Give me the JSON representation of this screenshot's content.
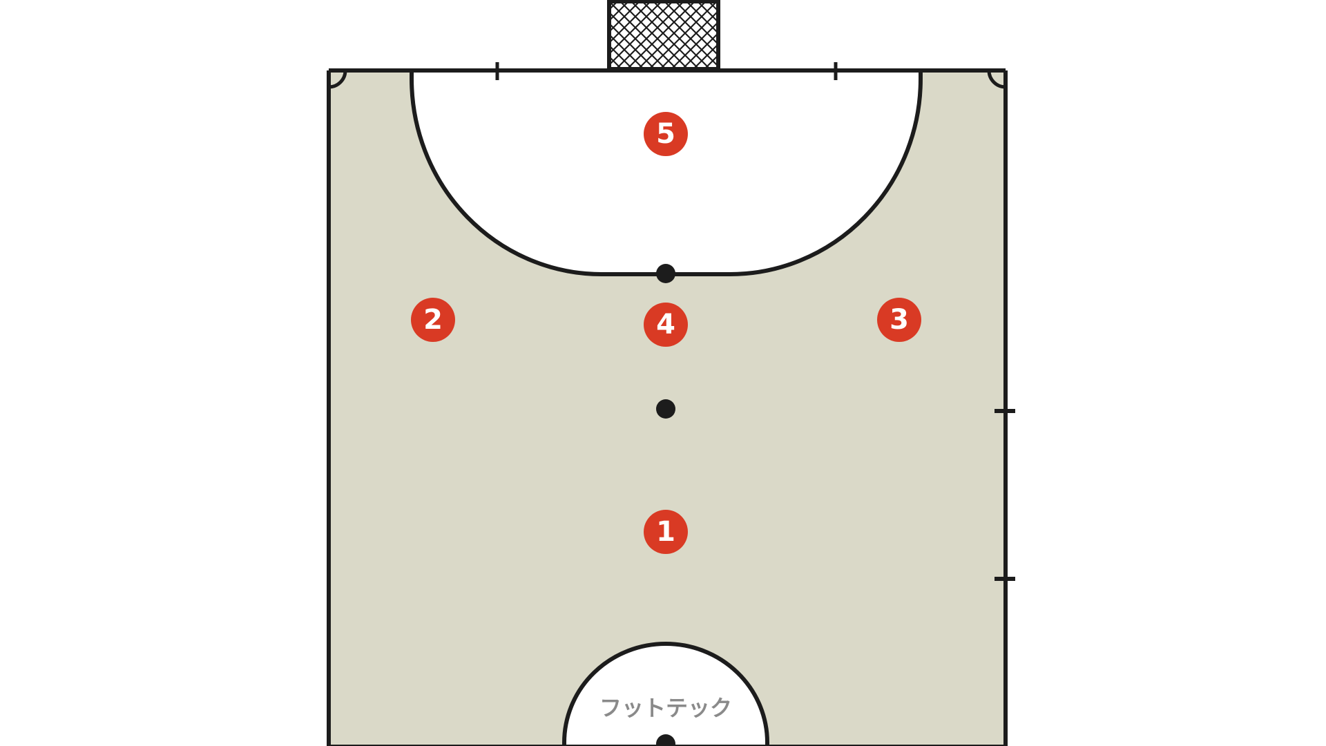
{
  "colors": {
    "court_fill": "#dad9c8",
    "area_fill": "#ffffff",
    "line": "#1c1c1c",
    "marker": "#d93a24",
    "marker_text": "#ffffff",
    "watermark": "#8a8a8a"
  },
  "positions": [
    {
      "id": "1",
      "label": "1"
    },
    {
      "id": "2",
      "label": "2"
    },
    {
      "id": "3",
      "label": "3"
    },
    {
      "id": "4",
      "label": "4"
    },
    {
      "id": "5",
      "label": "5"
    }
  ],
  "watermark": "フットテック"
}
